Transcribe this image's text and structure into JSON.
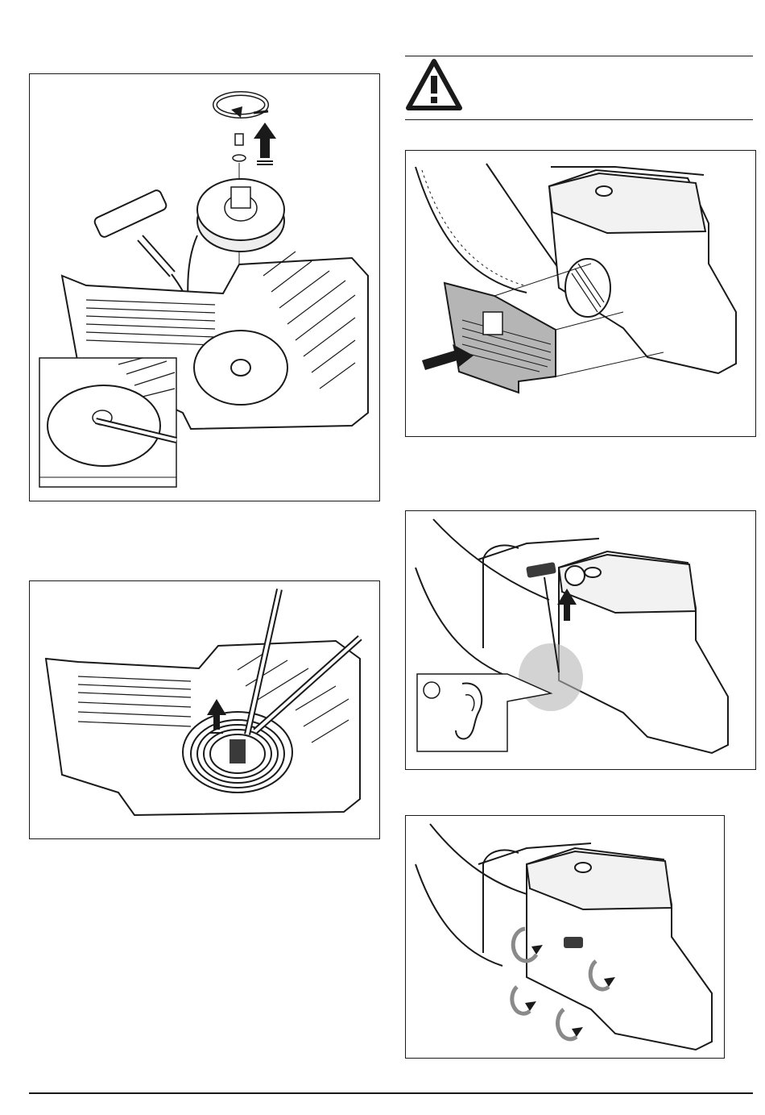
{
  "page": {
    "type": "instruction-manual-page",
    "warning_block": {
      "icon": "warning-triangle-icon"
    },
    "figures": [
      {
        "id": "starter-pulley-removal",
        "icon": "rotate-counterclockwise-icon"
      },
      {
        "id": "recoil-spring-removal",
        "icon": "lift-arrow-icon"
      },
      {
        "id": "starter-cover-install",
        "icon": "push-arrow-icon"
      },
      {
        "id": "starter-engagement-check",
        "icon": "ear-icon"
      },
      {
        "id": "cover-screws-tighten",
        "icon": "rotate-clockwise-icon"
      }
    ]
  },
  "colors": {
    "line": "#1a1a1a",
    "shade": "#b5b5b5",
    "dark_fill": "#3a3a3a",
    "paper": "#ffffff"
  }
}
